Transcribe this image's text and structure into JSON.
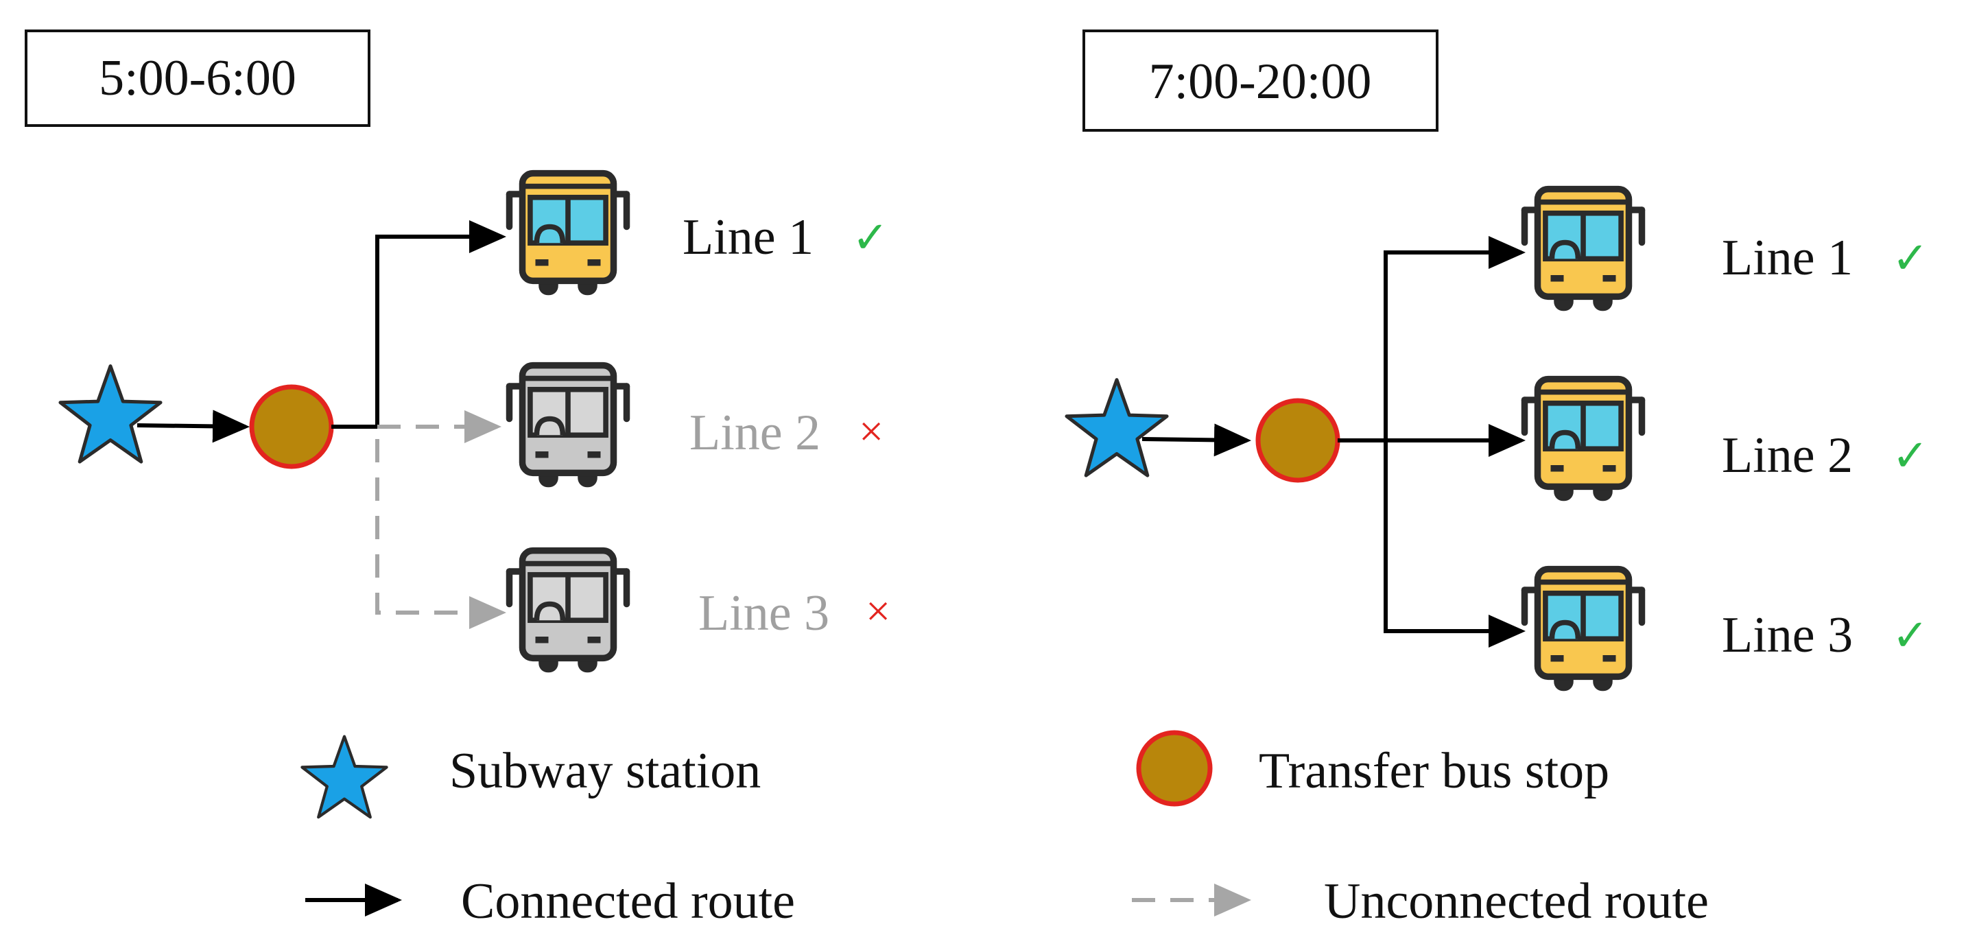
{
  "colors": {
    "connected": "#000000",
    "unconnected": "#a6a6a6",
    "bus_yellow": "#f9c74f",
    "bus_window": "#5ccde6",
    "bus_gray": "#c8c8c8",
    "bus_outline": "#2b2b2b",
    "subway_star": "#1aa1e6",
    "stop_fill": "#b8860b",
    "stop_ring": "#e3241f",
    "check": "#2db84a",
    "cross": "#e3241f",
    "inactive_text": "#a0a0a0"
  },
  "panels": [
    {
      "time": "5:00-6:00",
      "lines": [
        {
          "label": "Line 1",
          "status": "connected",
          "mark": "✓"
        },
        {
          "label": "Line 2",
          "status": "unconnected",
          "mark": "×"
        },
        {
          "label": "Line 3",
          "status": "unconnected",
          "mark": "×"
        }
      ]
    },
    {
      "time": "7:00-20:00",
      "lines": [
        {
          "label": "Line 1",
          "status": "connected",
          "mark": "✓"
        },
        {
          "label": "Line 2",
          "status": "connected",
          "mark": "✓"
        },
        {
          "label": "Line 3",
          "status": "connected",
          "mark": "✓"
        }
      ]
    }
  ],
  "legend": {
    "subway_station": "Subway station",
    "transfer_bus_stop": "Transfer bus stop",
    "connected_route": "Connected route",
    "unconnected_route": "Unconnected route"
  }
}
